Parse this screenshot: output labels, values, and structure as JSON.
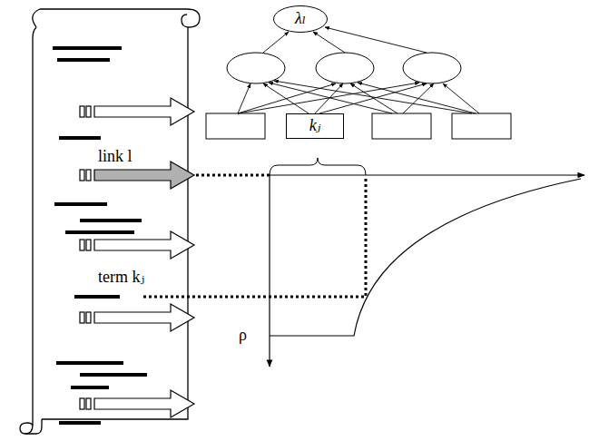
{
  "diagram": {
    "nodes": [
      {
        "text": [
          "λₗ"
        ]
      },
      {
        "text": [
          "kⱼ"
        ]
      }
    ],
    "labels": [
      "link l",
      "term kⱼ",
      "ρ"
    ]
  }
}
